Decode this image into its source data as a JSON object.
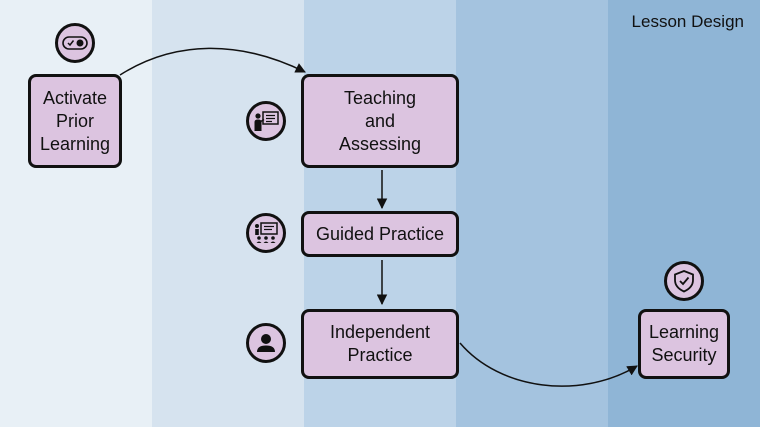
{
  "title": "Lesson Design",
  "colors": {
    "bands": [
      "#e8f0f6",
      "#d6e3ef",
      "#bcd3e8",
      "#a4c3df",
      "#8fb5d6"
    ],
    "node_fill": "#dcc4e0",
    "outline": "#111111"
  },
  "nodes": {
    "activate": {
      "label": "Activate\nPrior\nLearning",
      "icon": "toggle-switch-icon"
    },
    "teaching": {
      "label": "Teaching\nand\nAssessing",
      "icon": "teacher-board-icon"
    },
    "guided": {
      "label": "Guided Practice",
      "icon": "class-presentation-icon"
    },
    "independent": {
      "label": "Independent\nPractice",
      "icon": "person-icon"
    },
    "security": {
      "label": "Learning\nSecurity",
      "icon": "shield-check-icon"
    }
  },
  "edges": [
    {
      "from": "Activate Prior Learning",
      "to": "Teaching and Assessing"
    },
    {
      "from": "Teaching and Assessing",
      "to": "Guided Practice"
    },
    {
      "from": "Guided Practice",
      "to": "Independent Practice"
    },
    {
      "from": "Independent Practice",
      "to": "Learning Security"
    }
  ]
}
